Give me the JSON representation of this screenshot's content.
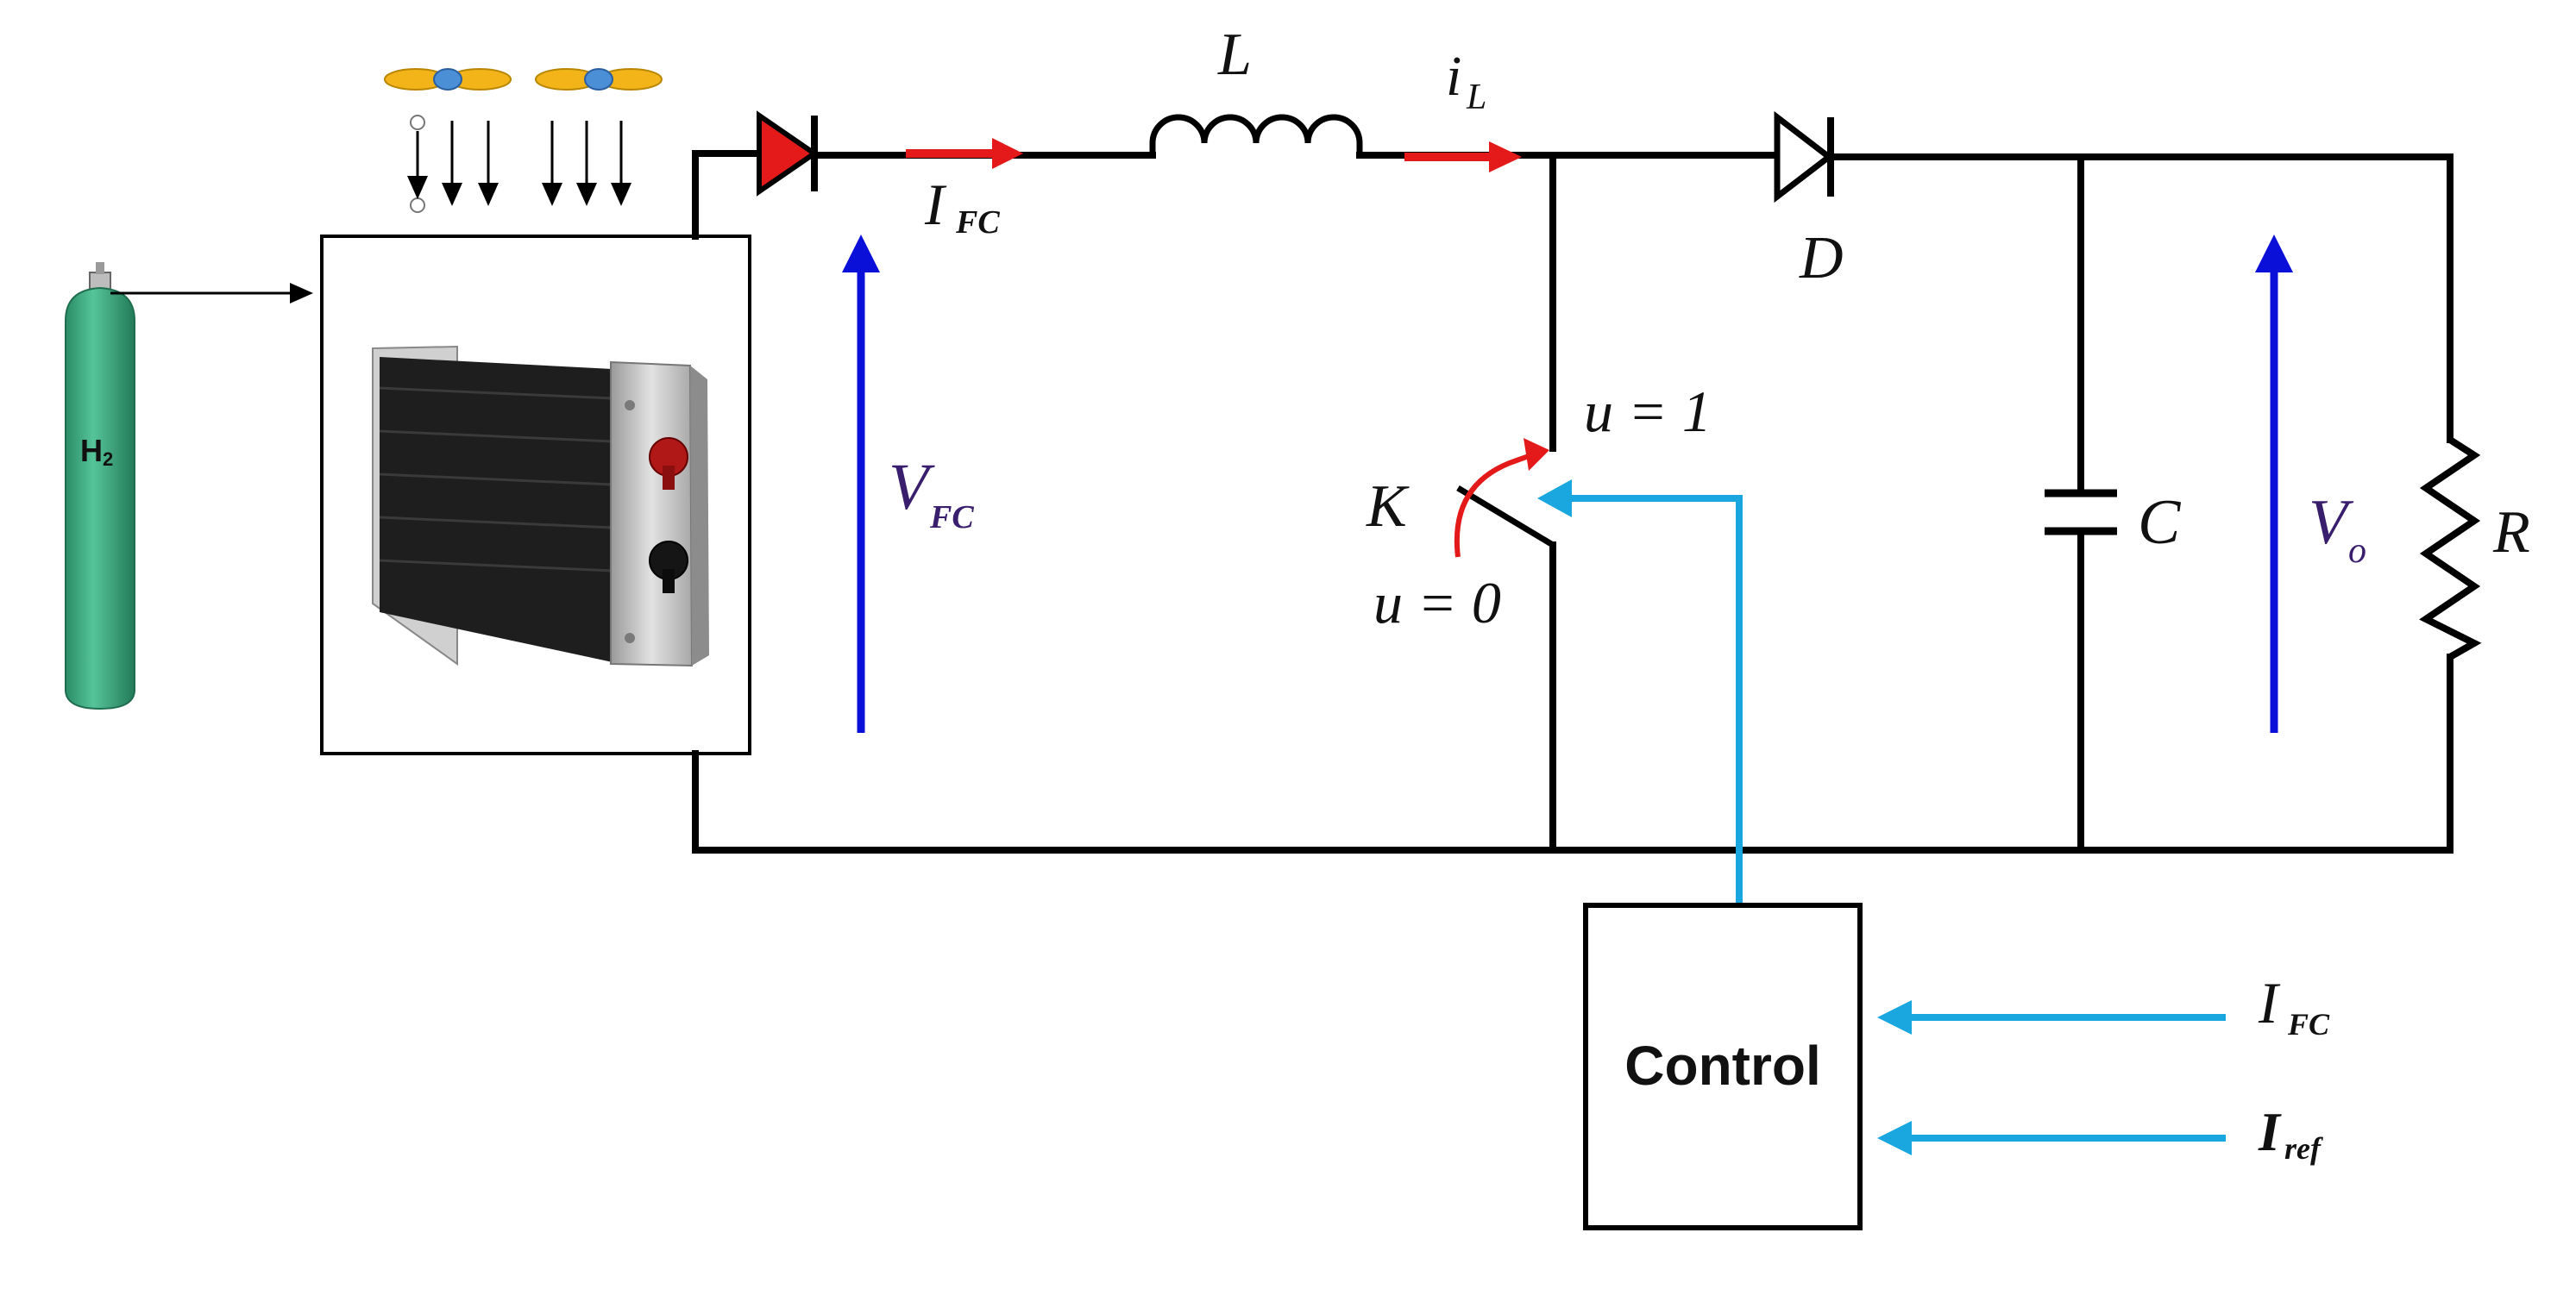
{
  "colors": {
    "wire": "#000000",
    "current_arrow": "#e41a1a",
    "voltage_arrow": "#0a10d8",
    "signal": "#1aa7e0",
    "voltage_label": "#3a1e6e",
    "cylinder": "#3aa57f",
    "fan_blade": "#f2b418",
    "fan_hub": "#4b8fd6",
    "stack": "#1e1e1e",
    "stack_frame": "#c6c6c6"
  },
  "labels": {
    "h2": "H",
    "h2_sub": "2",
    "inductor": "L",
    "il_main": "i",
    "il_sub": "L",
    "ifc_main": "I",
    "ifc_sub": "FC",
    "vfc_main": "V",
    "vfc_sub": "FC",
    "diode": "D",
    "switch": "K",
    "u1": "u = 1",
    "u0": "u = 0",
    "capacitor": "C",
    "vo_main": "V",
    "vo_sub": "o",
    "resistor": "R",
    "control": "Control",
    "in1_main": "I",
    "in1_sub": "FC",
    "in2_main": "I",
    "in2_sub": "ref"
  },
  "icons": {
    "cylinder": "hydrogen-cylinder-icon",
    "fans": "air-fan-icon",
    "stack": "fuel-cell-stack-icon"
  }
}
